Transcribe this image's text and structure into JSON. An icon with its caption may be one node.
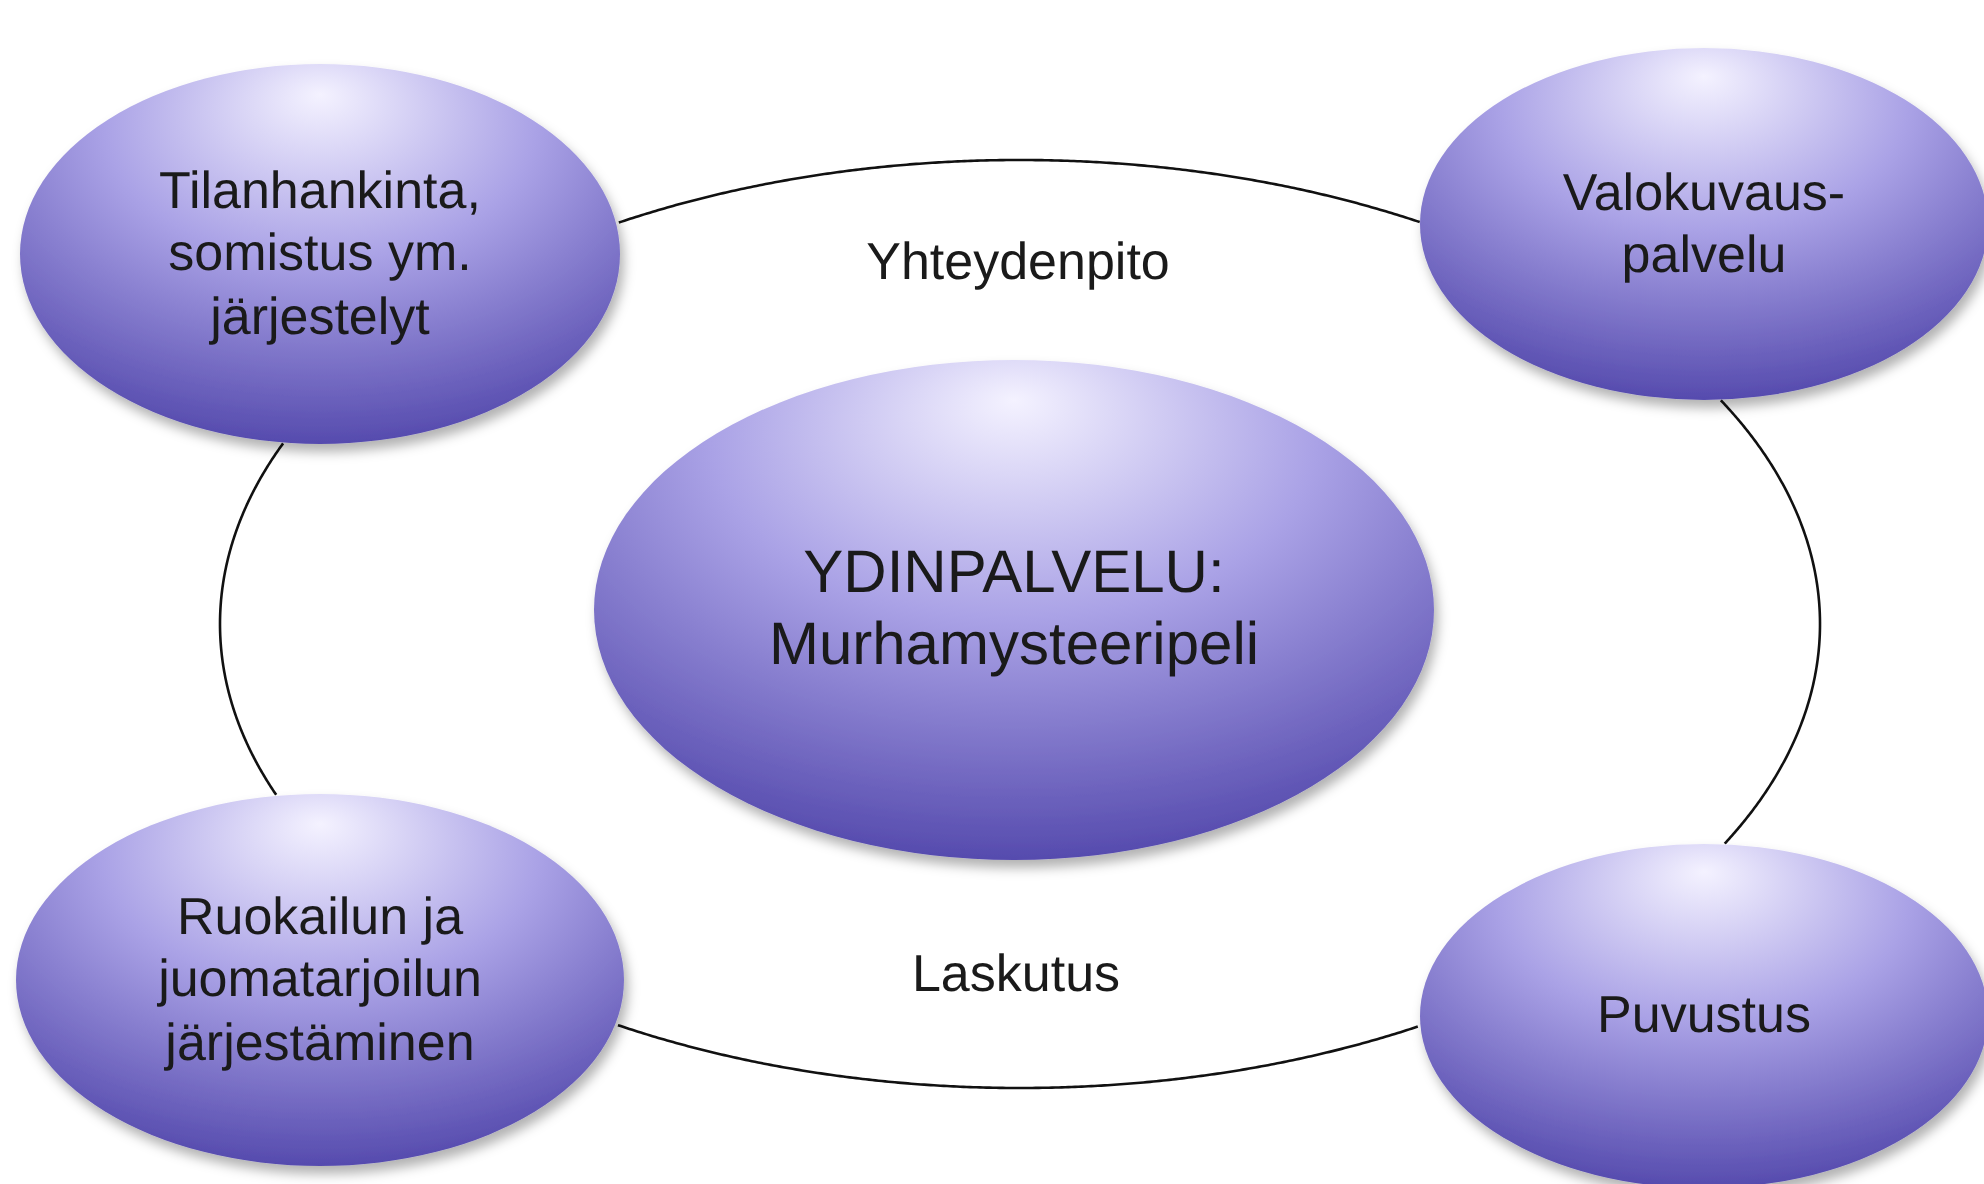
{
  "diagram": {
    "nodes": [
      {
        "text": [
          "Tilanhankinta, somistus ym. järjestelyt"
        ]
      },
      {
        "text": [
          "Valokuvaus- palvelu"
        ]
      },
      {
        "text": [
          "YDINPALVELU: Murhamysteeripeli"
        ]
      },
      {
        "text": [
          "Ruokailun ja juomatarjoilun järjestäminen"
        ]
      },
      {
        "text": [
          "Puvustus"
        ]
      }
    ],
    "edges": [
      {
        "from": 0,
        "to": 1,
        "arrow": "none"
      },
      {
        "from": 1,
        "to": 4,
        "arrow": "none"
      },
      {
        "from": 4,
        "to": 3,
        "arrow": "none"
      },
      {
        "from": 3,
        "to": 0,
        "arrow": "none"
      }
    ],
    "labels": [
      "Yhteydenpito",
      "Laskutus"
    ]
  }
}
